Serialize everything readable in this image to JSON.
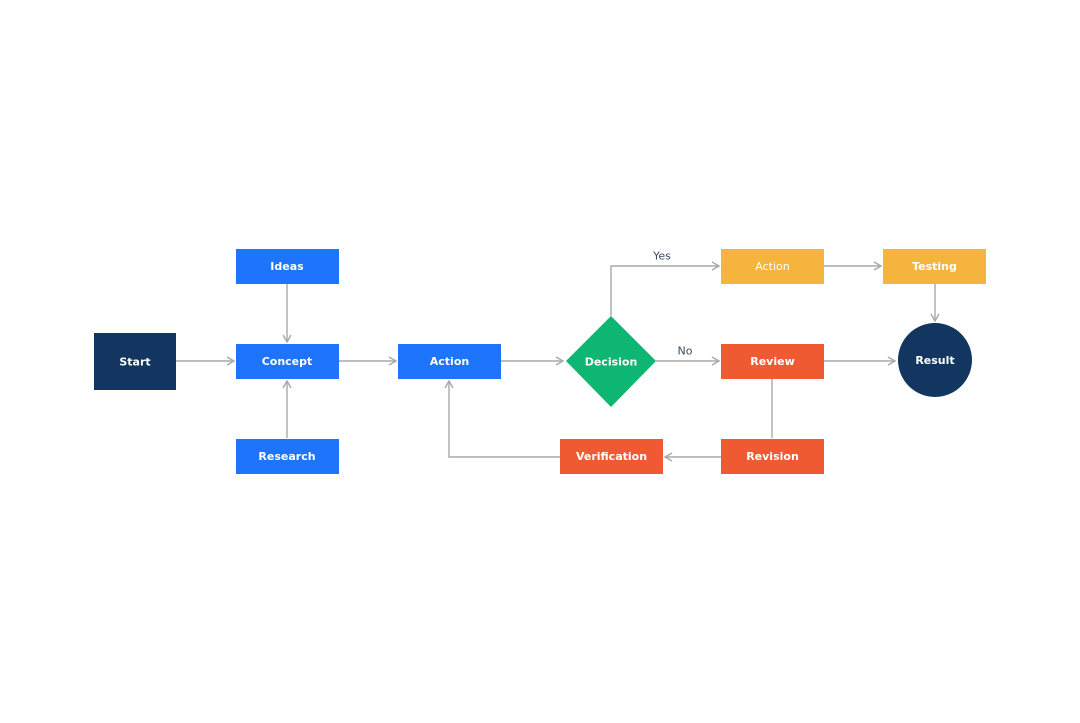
{
  "colors": {
    "navy": "#12365f",
    "blue": "#1e74fb",
    "green": "#0eb674",
    "orange": "#f05a32",
    "yellow": "#f4b43e",
    "connector": "#a8a8a8",
    "label_text": "#3b4a63"
  },
  "nodes": {
    "start": "Start",
    "ideas": "Ideas",
    "concept": "Concept",
    "research": "Research",
    "action_main": "Action",
    "decision": "Decision",
    "action_yes": "Action",
    "testing": "Testing",
    "review": "Review",
    "result": "Result",
    "revision": "Revision",
    "verification": "Verification"
  },
  "edge_labels": {
    "yes": "Yes",
    "no": "No"
  }
}
